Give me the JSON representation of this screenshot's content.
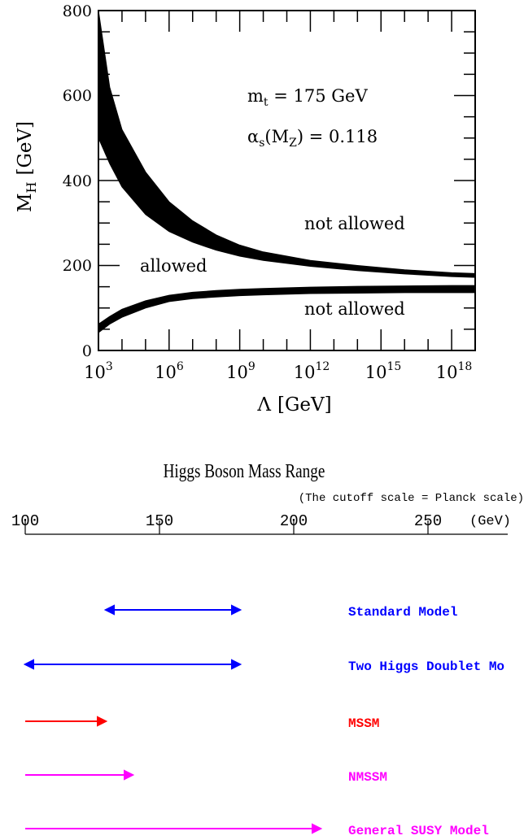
{
  "chart_data": [
    {
      "type": "area",
      "xscale": "log",
      "xlim": [
        1000,
        1e+19
      ],
      "ylim": [
        0,
        800
      ],
      "xticks_major": [
        1000,
        1000000.0,
        1000000000.0,
        1000000000000.0,
        1000000000000000.0,
        1e+18
      ],
      "xtick_labels": [
        {
          "base": "10",
          "exp": "3"
        },
        {
          "base": "10",
          "exp": "6"
        },
        {
          "base": "10",
          "exp": "9"
        },
        {
          "base": "10",
          "exp": "12"
        },
        {
          "base": "10",
          "exp": "15"
        },
        {
          "base": "10",
          "exp": "18"
        }
      ],
      "yticks": [
        0,
        200,
        400,
        600,
        800
      ],
      "ytick_labels": [
        "0",
        "200",
        "400",
        "600",
        "800"
      ],
      "xlabel": {
        "main": "Λ",
        "unit": "[GeV]"
      },
      "ylabel": {
        "main": "M",
        "sub": "H",
        "unit": "[GeV]"
      },
      "upper_band": {
        "x": [
          1000,
          3000,
          10000,
          100000,
          1000000,
          10000000.0,
          100000000.0,
          1000000000.0,
          10000000000.0,
          1000000000000.0,
          100000000000000.0,
          1e+16,
          1e+18,
          1e+19
        ],
        "y_upper": [
          800,
          620,
          520,
          420,
          350,
          305,
          272,
          248,
          232,
          212,
          200,
          190,
          183,
          181
        ],
        "y_lower": [
          500,
          440,
          385,
          320,
          280,
          255,
          236,
          222,
          212,
          198,
          188,
          180,
          174,
          172
        ]
      },
      "lower_band": {
        "x": [
          1000,
          3000,
          10000,
          100000,
          1000000,
          10000000.0,
          100000000.0,
          1000000000.0,
          10000000000.0,
          1000000000000.0,
          100000000000000.0,
          1e+16,
          1e+18,
          1e+19
        ],
        "y_upper": [
          62,
          80,
          97,
          117,
          130,
          137,
          141,
          144,
          146,
          149,
          151,
          152,
          153,
          153
        ],
        "y_lower": [
          42,
          62,
          78,
          100,
          115,
          122,
          126,
          129,
          131,
          134,
          135,
          136,
          136,
          136
        ]
      },
      "annotations": {
        "mt": {
          "sym": "m",
          "sub": "t",
          "rest": " = 175 GeV"
        },
        "alphas": {
          "sym": "α",
          "sub": "s",
          "mid": "(M",
          "sub2": "Z",
          "rest": ") = 0.118"
        },
        "not_allowed_top": "not allowed",
        "allowed": "allowed",
        "not_allowed_bottom": "not allowed"
      }
    },
    {
      "type": "range",
      "title": "Higgs Boson Mass Range",
      "subtitle": "(The cutoff scale = Planck scale)",
      "xlim": [
        100,
        280
      ],
      "ticks": [
        100,
        150,
        200,
        250
      ],
      "tick_labels": [
        "100",
        "150",
        "200",
        "250"
      ],
      "unit": "(GeV)",
      "ranges": [
        {
          "name": "Standard Model",
          "min": 130,
          "max": 180,
          "both_ends": true,
          "color": "#0000ff"
        },
        {
          "name": "Two Higgs Doublet Mo",
          "min": 100,
          "max": 180,
          "both_ends": true,
          "color": "#0000ff"
        },
        {
          "name": "MSSM",
          "min": 100,
          "max": 130,
          "both_ends": false,
          "color": "#ff0000"
        },
        {
          "name": "NMSSM",
          "min": 100,
          "max": 140,
          "both_ends": false,
          "color": "#ff00ff"
        },
        {
          "name": "General SUSY Model",
          "min": 100,
          "max": 210,
          "both_ends": false,
          "color": "#ff00ff"
        }
      ]
    }
  ]
}
